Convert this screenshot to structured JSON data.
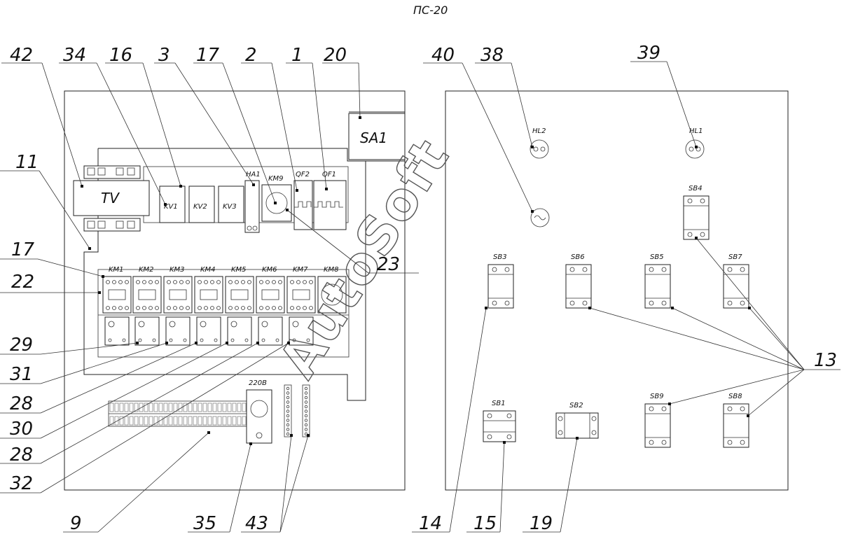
{
  "title": "ПС-20",
  "watermark": "AutoSoft",
  "left_panel": {
    "sa1": "SA1",
    "tv": "TV",
    "relays": [
      "KV1",
      "KV2",
      "KV3"
    ],
    "ha1": "HA1",
    "km9": "KM9",
    "qf2": "QF2",
    "qf1": "QF1",
    "contactors": [
      "KM1",
      "KM2",
      "KM3",
      "KM4",
      "KM5",
      "KM6",
      "KM7",
      "KM8"
    ],
    "socket": "220B"
  },
  "right_panel": {
    "lamps": [
      "HL2",
      "HL1"
    ],
    "buttons_top": [
      "SB4"
    ],
    "buttons_mid": [
      "SB3",
      "SB6",
      "SB5",
      "SB7"
    ],
    "buttons_bottom": [
      "SB1",
      "SB2",
      "SB9",
      "SB8"
    ]
  },
  "callouts": {
    "top": [
      "42",
      "34",
      "16",
      "3",
      "17",
      "2",
      "1",
      "20",
      "40",
      "38",
      "39"
    ],
    "left": [
      "11",
      "17",
      "22",
      "29",
      "31",
      "28",
      "30",
      "28",
      "32"
    ],
    "right": [
      "23",
      "13"
    ],
    "bottom": [
      "9",
      "35",
      "43",
      "14",
      "15",
      "19"
    ]
  }
}
